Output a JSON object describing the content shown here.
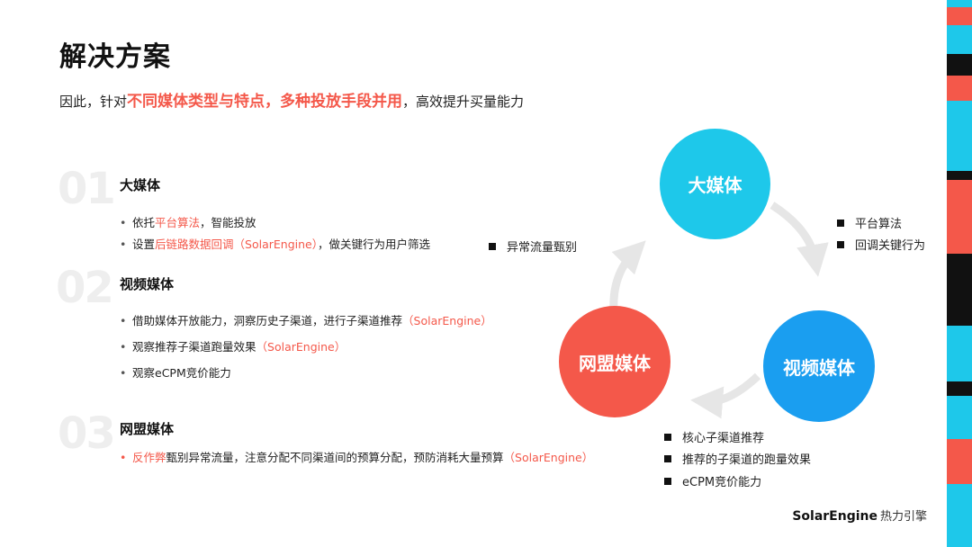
{
  "title": "解决方案",
  "subtitle": {
    "pre": "因此，针对",
    "hl1": "不同媒体类型与特点",
    "sep": "，",
    "hl2": "多种投放手段并用",
    "post": "，高效提升买量能力"
  },
  "sections": [
    {
      "num": "01",
      "title": "大媒体",
      "bullets": [
        {
          "dot": "•",
          "pre": "依托",
          "hl": "平台算法",
          "post": "，智能投放"
        },
        {
          "dot": "•",
          "pre": "设置",
          "hl": "后链路数据回调（SolarEngine）",
          "post": "，做关键行为用户筛选"
        }
      ]
    },
    {
      "num": "02",
      "title": "视频媒体",
      "bullets": [
        {
          "dot": "•",
          "pre": "借助媒体开放能力，洞察历史子渠道，进行子渠道推荐",
          "hl": "（SolarEngine）",
          "post": ""
        },
        {
          "dot": "•",
          "pre": "观察推荐子渠道跑量效果",
          "hl": "（SolarEngine）",
          "post": ""
        },
        {
          "dot": "•",
          "pre": "观察eCPM竞价能力",
          "hl": "",
          "post": ""
        }
      ]
    },
    {
      "num": "03",
      "title": "网盟媒体",
      "bullets": [
        {
          "dot": "•",
          "pre": "",
          "hl": "反作弊",
          "post": "甄别异常流量，注意分配不同渠道间的预算分配，预防消耗大量预算",
          "hl2": "（SolarEngine）"
        }
      ]
    }
  ],
  "cycle": {
    "top": "大媒体",
    "right": "视频媒体",
    "left": "网盟媒体",
    "colors": {
      "top": "#1ec8ea",
      "right": "#1a9ef0",
      "left": "#f4584a",
      "arrow": "#e6e6e6"
    }
  },
  "notes": {
    "left": [
      "异常流量甄别"
    ],
    "right": [
      "平台算法",
      "回调关键行为"
    ],
    "bottom": [
      "核心子渠道推荐",
      "推荐的子渠道的跑量效果",
      "eCPM竞价能力"
    ]
  },
  "logo": {
    "brand": "SolarEngine",
    "cn": "热力引擎"
  },
  "colors": {
    "accent": "#f4584a",
    "cyan": "#1ec8ea",
    "black": "#111111"
  }
}
